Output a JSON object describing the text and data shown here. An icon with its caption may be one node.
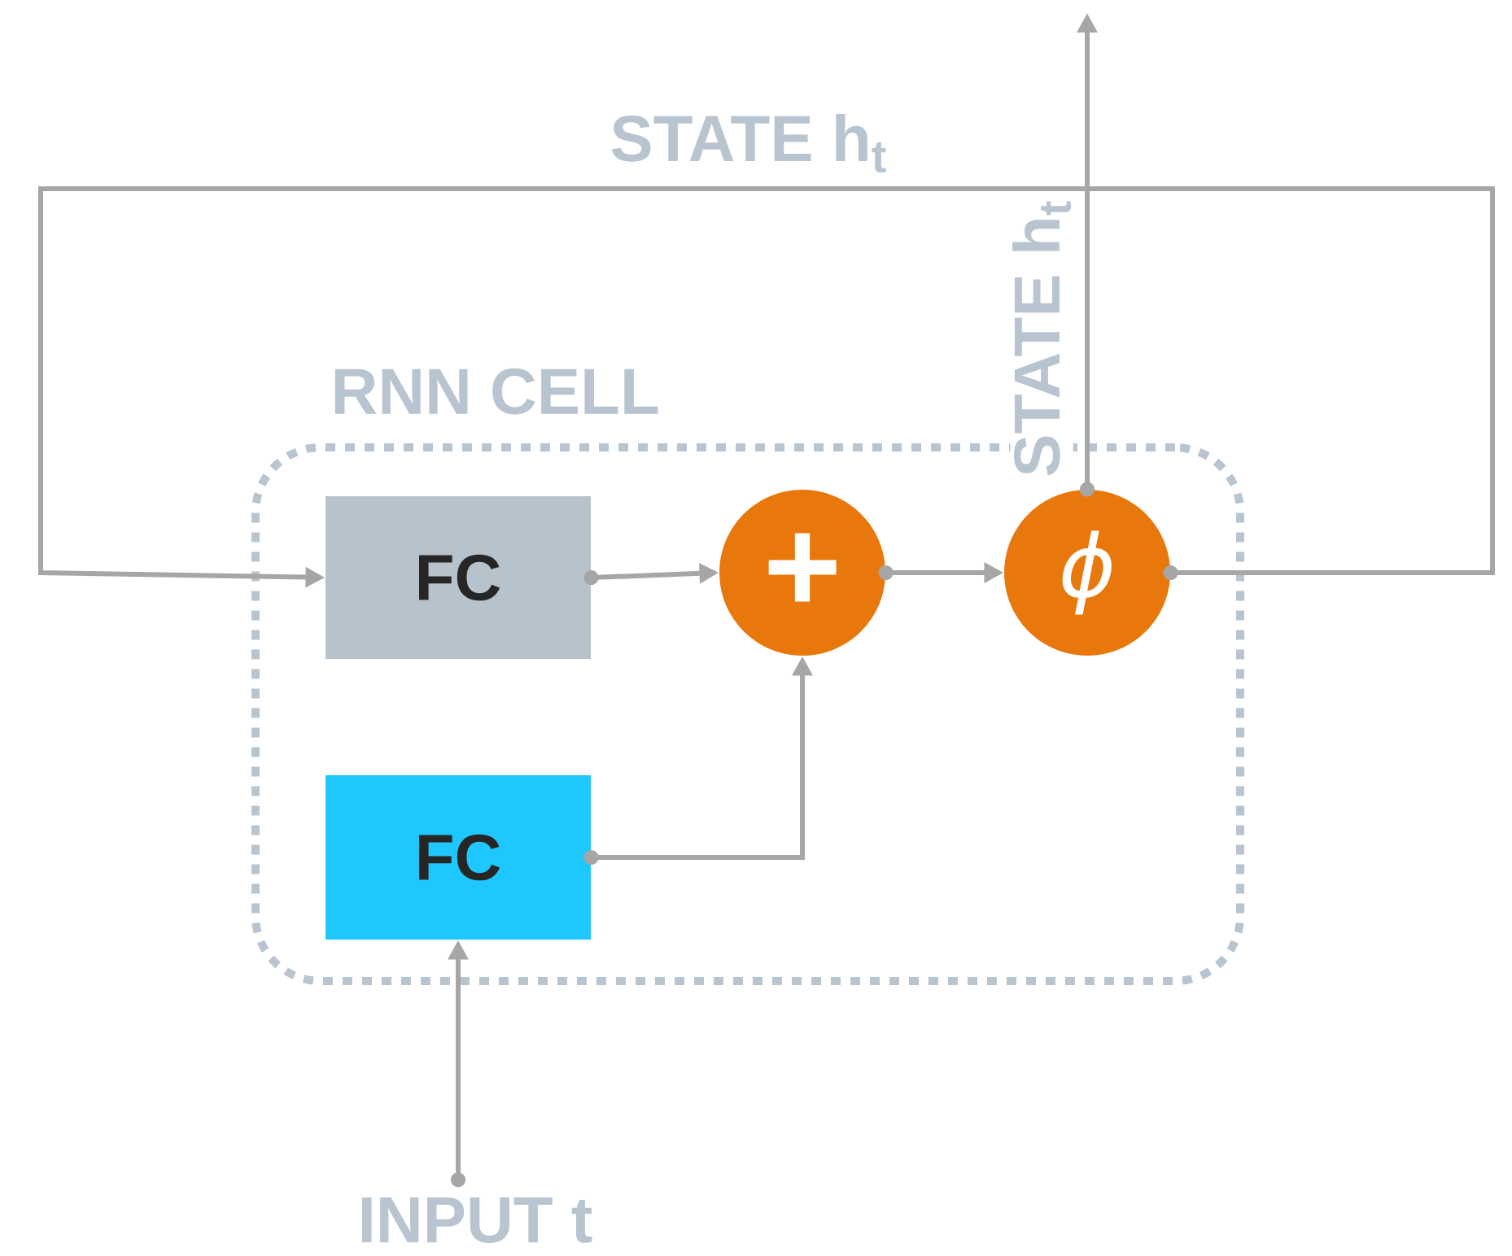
{
  "diagram": {
    "nodes": [
      {
        "text": [
          "RNN CELL"
        ]
      },
      {
        "text": [
          "FC"
        ],
        "in": 0
      },
      {
        "text": [
          "FC"
        ],
        "in": 0
      },
      {
        "text": [
          "+"
        ],
        "in": 0
      },
      {
        "text": [
          "ϕ"
        ],
        "in": 0
      },
      {
        "text": [
          "INPUT t"
        ]
      }
    ],
    "edges": [
      {
        "from": 5,
        "to": 2,
        "arrow": "to"
      },
      {
        "from": 1,
        "to": 3,
        "arrow": "to"
      },
      {
        "from": 2,
        "to": 3,
        "arrow": "to"
      },
      {
        "from": 3,
        "to": 4,
        "arrow": "to"
      },
      {
        "from": 4,
        "to": 1,
        "arrow": "to",
        "label": "STATE h$_{t}$"
      },
      {
        "from": 4,
        "to": null,
        "arrow": "to",
        "label": "STATE h$_{t}$"
      }
    ]
  }
}
